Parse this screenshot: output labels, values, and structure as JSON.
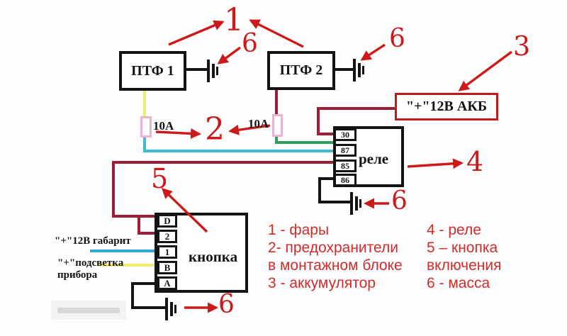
{
  "boxes": {
    "ptf1": "ПТФ 1",
    "ptf2": "ПТФ 2",
    "battery": "\"+\"12В АКБ",
    "relay_label": "реле",
    "button_label": "кнопка"
  },
  "relay_pins": [
    "30",
    "87",
    "85",
    "86"
  ],
  "button_pins": [
    "D",
    "2",
    "1",
    "B",
    "A"
  ],
  "fuses": {
    "left": "10А",
    "right": "10А"
  },
  "wire_labels": {
    "parking": "\"+\"12В габарит",
    "illumination_1": "\"+\"подсветка",
    "illumination_2": "прибора"
  },
  "callouts": {
    "n1": "1",
    "n2": "2",
    "n3": "3",
    "n4": "4",
    "n5": "5",
    "n6": "6"
  },
  "legend": {
    "left": [
      "1 - фары",
      "2- предохранители",
      "в монтажном блоке",
      "3 - аккумулятор"
    ],
    "right": [
      "4 - реле",
      "5 – кнопка",
      "включения",
      "6 - масса"
    ]
  },
  "colors": {
    "annotation_red": "#cc1a1a",
    "legend_red": "#d32b2b",
    "dark_red_wire": "#9e1e38",
    "cyan_wire": "#3fbccb",
    "blue_wire": "#2fa9d8",
    "green_wire": "#2e9e5b",
    "yellow_wire": "#f1ee6f",
    "fuse_pink": "#e9b3d2",
    "outline_black": "#141414"
  }
}
